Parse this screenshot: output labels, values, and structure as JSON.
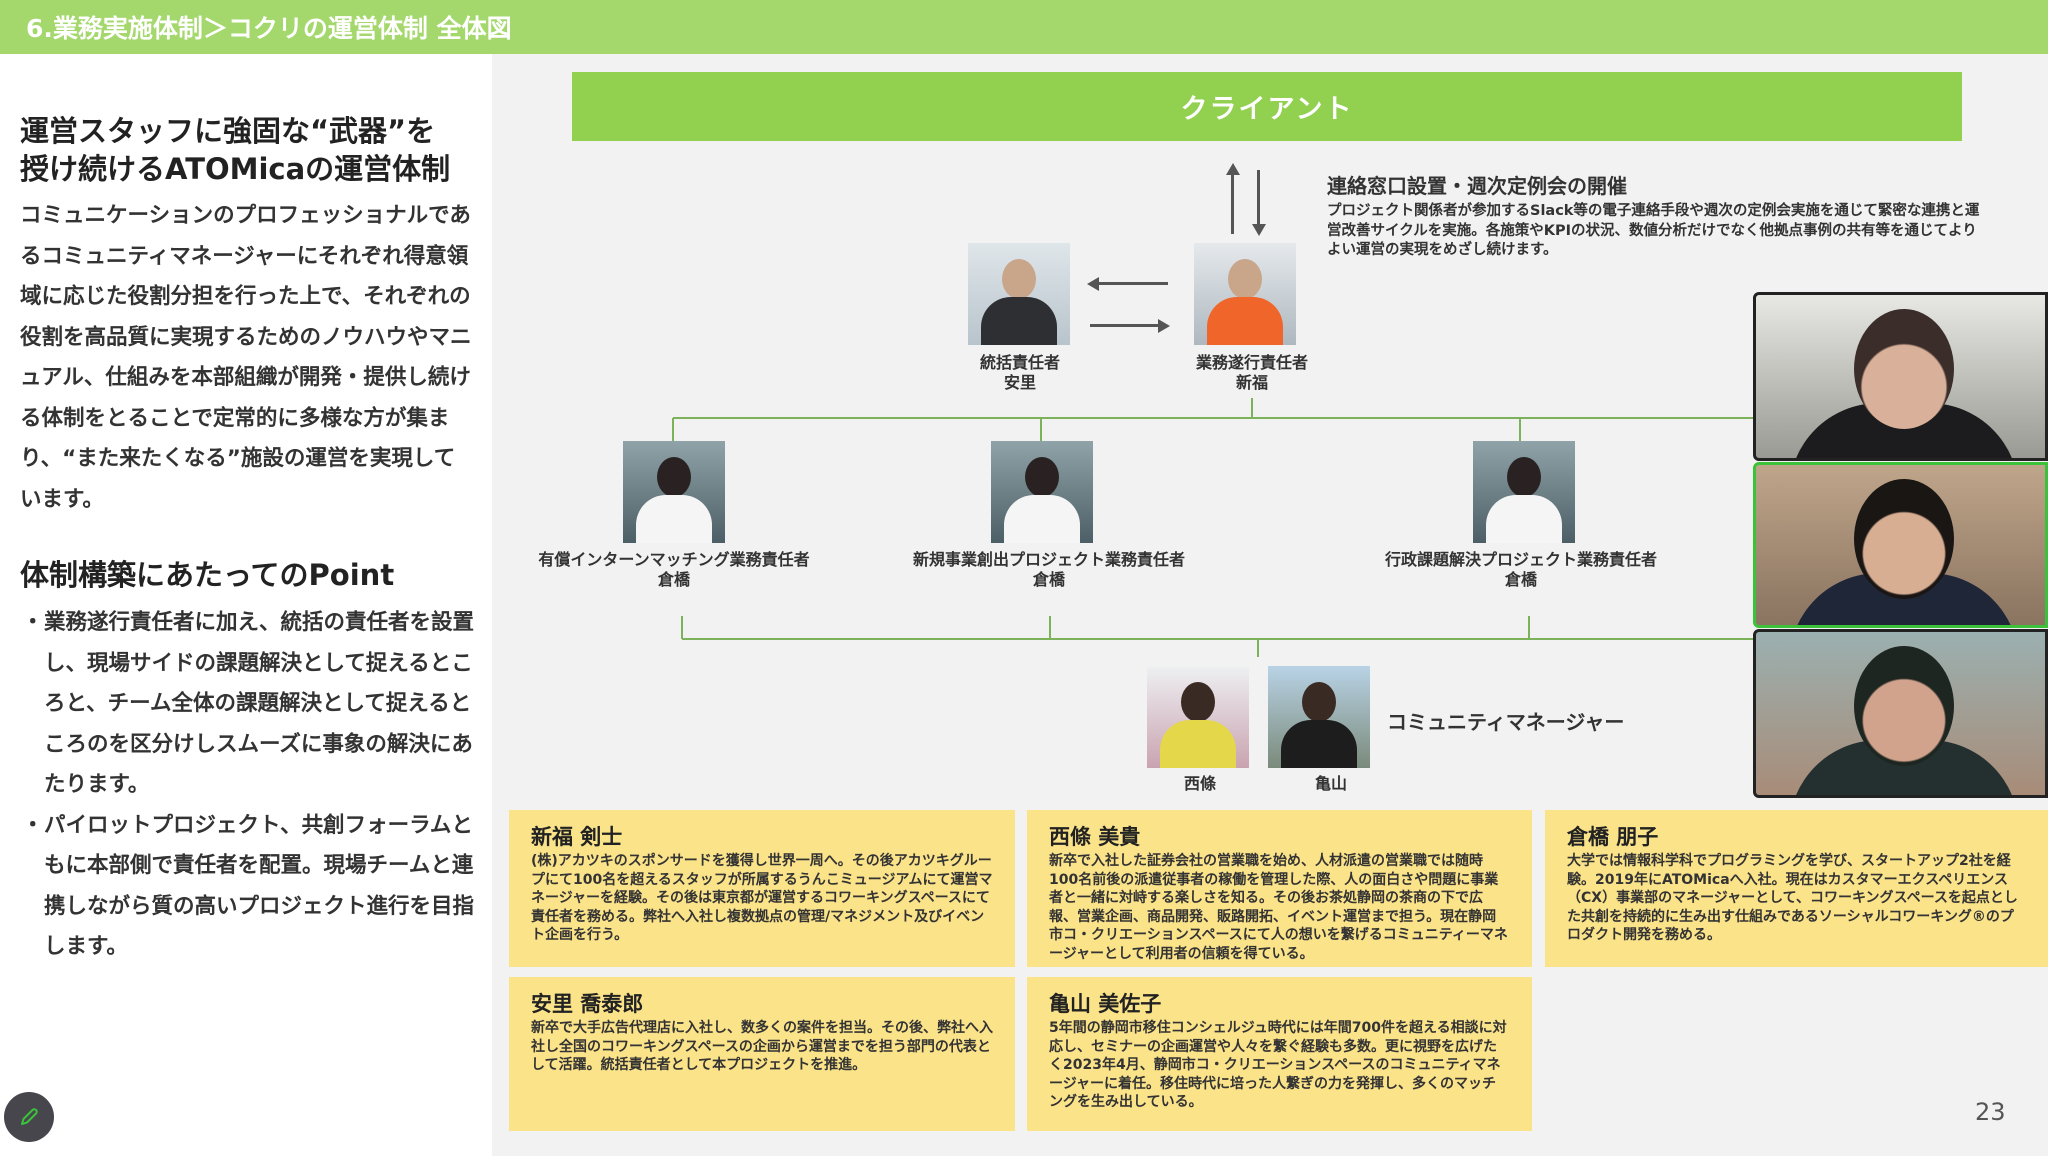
{
  "header": {
    "title": "6.業務実施体制＞コクリの運営体制 全体図"
  },
  "left_panel": {
    "heading_lines": [
      "運営スタッフに強固な“武器”を",
      "授け続けるATOMicaの運営体制"
    ],
    "intro": "コミュニケーションのプロフェッショナルであるコミュニティマネージャーにそれぞれ得意領域に応じた役割分担を行った上で、それぞれの役割を高品質に実現するためのノウハウやマニュアル、仕組みを本部組織が開発・提供し続ける体制をとることで定常的に多様な方が集まり、“また来たくなる”施設の運営を実現しています。",
    "point_title": "体制構築にあたってのPoint",
    "points": [
      "業務遂行責任者に加え、統括の責任者を設置し、現場サイドの課題解決として捉えるところと、チーム全体の課題解決として捉えるところのを区分けしスムーズに事象の解決にあたります。",
      "パイロットプロジェクト、共創フォーラムともに本部側で責任者を配置。現場チームと連携しながら質の高いプロジェクト進行を目指します。"
    ],
    "bullet": "・"
  },
  "org": {
    "client_label": "クライアント",
    "contact_title": "連絡窓口設置・週次定例会の開催",
    "contact_desc": "プロジェクト関係者が参加するSlack等の電子連絡手段や週次の定例会実施を通じて緊密な連携と運営改善サイクルを実施。各施策やKPIの状況、数値分析だけでなく他拠点事例の共有等を通じてよりよい運営の実現をめざし続けます。",
    "leaders": [
      {
        "role": "統括責任者",
        "name": "安里"
      },
      {
        "role": "業務遂行責任者",
        "name": "新福"
      }
    ],
    "managers": [
      {
        "role": "有償インターンマッチング業務責任者",
        "name": "倉橋"
      },
      {
        "role": "新規事業創出プロジェクト業務責任者",
        "name": "倉橋"
      },
      {
        "role": "行政課題解決プロジェクト業務責任者",
        "name": "倉橋"
      }
    ],
    "community_managers": {
      "label": "コミュニティマネージャー",
      "names": [
        "西條",
        "亀山"
      ]
    }
  },
  "profiles": [
    {
      "name": "新福 剣士",
      "desc": "(株)アカツキのスポンサードを獲得し世界一周へ。その後アカツキグループにて100名を超えるスタッフが所属するうんこミュージアムにて運営マネージャーを経験。その後は東京都が運営するコワーキングスペースにて責任者を務める。弊社へ入社し複数拠点の管理/マネジメント及びイベント企画を行う。"
    },
    {
      "name": "西條 美貴",
      "desc": "新卒で入社した証券会社の営業職を始め、人材派遣の営業職では随時100名前後の派遣従事者の稼働を管理した際、人の面白さや問題に事業者と一緒に対峙する楽しさを知る。その後お茶処静岡の茶商の下で広報、営業企画、商品開発、販路開拓、イベント運営まで担う。現在静岡市コ・クリエーションスペースにて人の想いを繋げるコミュニティーマネージャーとして利用者の信頼を得ている。"
    },
    {
      "name": "倉橋 朋子",
      "desc": "大学では情報科学科でプログラミングを学び、スタートアップ2社を経験。2019年にATOMicaへ入社。現在はカスタマーエクスペリエンス（CX）事業部のマネージャーとして、コワーキングスペースを起点とした共創を持続的に生み出す仕組みであるソーシャルコワーキング®のプロダクト開発を務める。"
    },
    {
      "name": "安里 喬泰郎",
      "desc": "新卒で大手広告代理店に入社し、数多くの案件を担当。その後、弊社へ入社し全国のコワーキングスペースの企画から運営までを担う部門の代表として活躍。統括責任者として本プロジェクトを推進。"
    },
    {
      "name": "亀山 美佐子",
      "desc": "5年間の静岡市移住コンシェルジュ時代には年間700件を超える相談に対応し、セミナーの企画運営や人々を繋ぐ経験も多数。更に視野を広げたく2023年4月、静岡市コ・クリエーションスペースのコミュニティマネージャーに着任。移住時代に培った人繋ぎの力を発揮し、多くのマッチングを生み出している。"
    }
  ],
  "video_tiles": [
    {
      "active": false
    },
    {
      "active": true
    },
    {
      "active": false
    }
  ],
  "page_number": "23",
  "icons": {
    "pencil": "pencil-icon"
  },
  "colors": {
    "header": "#a4d86c",
    "client_bar": "#92d050",
    "card": "#fbe38a",
    "active_speaker": "#3cc13b",
    "connector": "#7cb35a"
  }
}
